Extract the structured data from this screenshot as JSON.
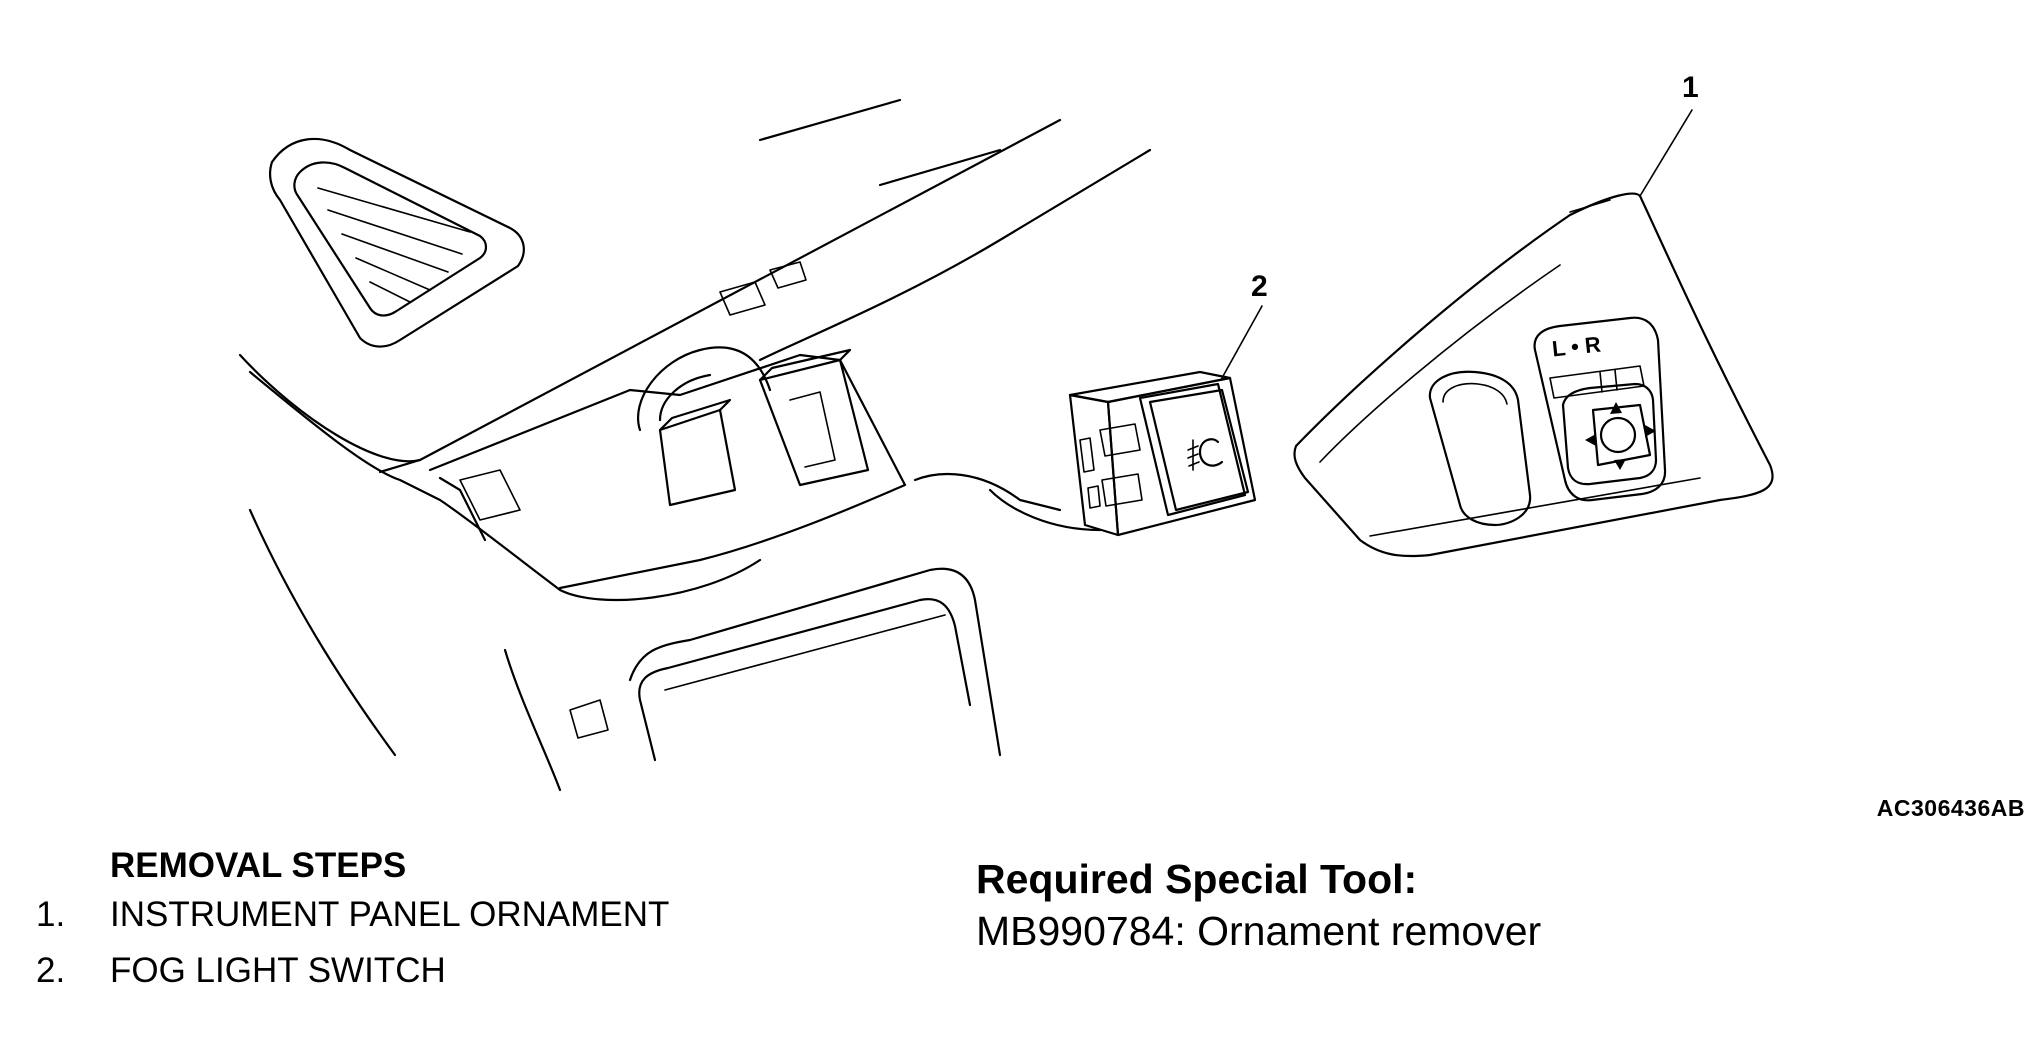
{
  "callouts": {
    "one": "1",
    "two": "2"
  },
  "switch_labels": {
    "left_right": "L • R"
  },
  "figure_code": "AC306436AB",
  "removal_steps": {
    "heading": "REMOVAL STEPS",
    "items": [
      {
        "number": "1.",
        "label": "INSTRUMENT PANEL ORNAMENT"
      },
      {
        "number": "2.",
        "label": "FOG LIGHT SWITCH"
      }
    ]
  },
  "special_tool": {
    "heading": "Required Special Tool:",
    "tool": "MB990784: Ornament remover"
  }
}
